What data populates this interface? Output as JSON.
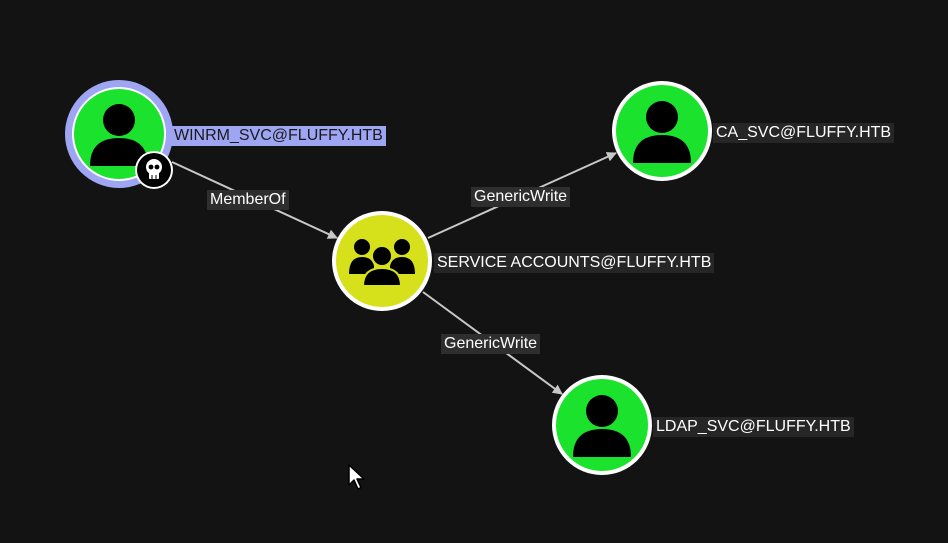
{
  "graph": {
    "nodes": [
      {
        "id": "winrm",
        "label": "WINRM_SVC@FLUFFY.HTB",
        "type": "user",
        "selected": true,
        "owned": true
      },
      {
        "id": "svc_accounts",
        "label": "SERVICE ACCOUNTS@FLUFFY.HTB",
        "type": "group",
        "selected": false,
        "owned": false
      },
      {
        "id": "ca_svc",
        "label": "CA_SVC@FLUFFY.HTB",
        "type": "user",
        "selected": false,
        "owned": false
      },
      {
        "id": "ldap_svc",
        "label": "LDAP_SVC@FLUFFY.HTB",
        "type": "user",
        "selected": false,
        "owned": false
      }
    ],
    "edges": [
      {
        "from": "winrm",
        "to": "svc_accounts",
        "label": "MemberOf"
      },
      {
        "from": "svc_accounts",
        "to": "ca_svc",
        "label": "GenericWrite"
      },
      {
        "from": "svc_accounts",
        "to": "ldap_svc",
        "label": "GenericWrite"
      }
    ]
  },
  "colors": {
    "background": "#131313",
    "user_node": "#1be22c",
    "group_node": "#d6e11c",
    "node_border": "#ffffff",
    "selection_ring": "#9ea5f2",
    "edge": "#c8c8c8"
  },
  "icons": {
    "user": "user-icon",
    "group": "group-icon",
    "owned_badge": "skull-icon",
    "cursor": "mouse-pointer-icon"
  }
}
